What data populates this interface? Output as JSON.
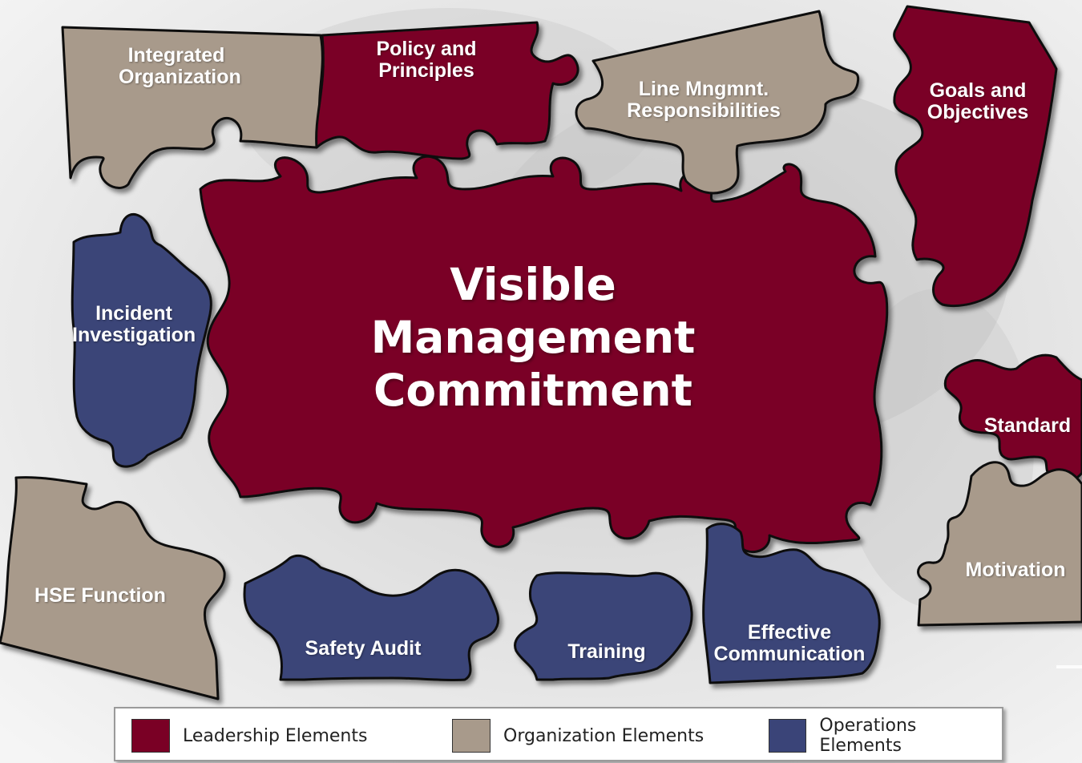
{
  "colors": {
    "leadership": "#7a0025",
    "organization": "#a89a8b",
    "operations": "#3a4478",
    "outline": "#111111"
  },
  "center": {
    "title_lines": [
      "Visible",
      "Management",
      "Commitment"
    ],
    "category": "leadership"
  },
  "pieces": [
    {
      "id": "integrated-organization",
      "category": "organization",
      "lines": [
        "Integrated",
        "Organization"
      ]
    },
    {
      "id": "policy-and-principles",
      "category": "leadership",
      "lines": [
        "Policy and",
        "Principles"
      ]
    },
    {
      "id": "line-mngmnt-responsibilities",
      "category": "organization",
      "lines": [
        "Line Mngmnt.",
        "Responsibilities"
      ]
    },
    {
      "id": "goals-and-objectives",
      "category": "leadership",
      "lines": [
        "Goals and",
        "Objectives"
      ]
    },
    {
      "id": "incident-investigation",
      "category": "operations",
      "lines": [
        "Incident",
        "Investigation"
      ]
    },
    {
      "id": "standard",
      "category": "leadership",
      "lines": [
        "Standard"
      ]
    },
    {
      "id": "motivation",
      "category": "organization",
      "lines": [
        "Motivation"
      ]
    },
    {
      "id": "hse-function",
      "category": "organization",
      "lines": [
        "HSE Function"
      ]
    },
    {
      "id": "safety-audit",
      "category": "operations",
      "lines": [
        "Safety Audit"
      ]
    },
    {
      "id": "training",
      "category": "operations",
      "lines": [
        "Training"
      ]
    },
    {
      "id": "effective-communication",
      "category": "operations",
      "lines": [
        "Effective",
        "Communication"
      ]
    }
  ],
  "legend": [
    {
      "category": "leadership",
      "label": "Leadership Elements"
    },
    {
      "category": "organization",
      "label": "Organization Elements"
    },
    {
      "category": "operations",
      "label": "Operations Elements"
    }
  ]
}
